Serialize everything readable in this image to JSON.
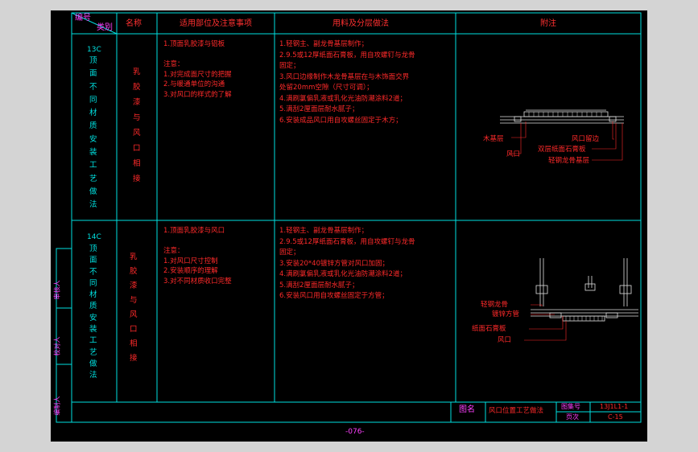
{
  "header": {
    "code": "编号",
    "category": "类别",
    "name": "名称",
    "scope": "适用部位及注意事项",
    "method": "用料及分层做法",
    "remarks": "附注"
  },
  "rows": [
    {
      "code": "13C",
      "category_chars": [
        "顶",
        "面",
        "不",
        "同",
        "材",
        "质",
        "安",
        "装",
        "工",
        "艺",
        "做",
        "法"
      ],
      "name_chars": [
        "乳",
        "胶",
        "漆",
        "与",
        "风",
        "口",
        "相",
        "接"
      ],
      "scope": [
        "1.顶面乳胶漆与铝板",
        "",
        "注意：",
        "1.对完成面尺寸的把握",
        "2.与暖通单位的沟通",
        "3.对风口的样式的了解"
      ],
      "method": [
        "1.轻钢主、副龙骨基层制作；",
        "2.9.5或12厚纸面石膏板，用自攻螺钉与龙骨",
        "固定；",
        "3.风口边缘制作木龙骨基层在与木饰面交界",
        "处留20mm空隙（尺寸可调）；",
        "4.满刷氯偏乳液或乳化光油防潮涂料2道；",
        "5.满刮2厘面层耐水腻子；",
        "6.安装成品风口用自攻螺丝固定于木方；"
      ],
      "labels": [
        "风口留边",
        "木基层",
        "双层纸面石膏板",
        "风口",
        "轻钢龙骨基层"
      ]
    },
    {
      "code": "14C",
      "category_chars": [
        "顶",
        "面",
        "不",
        "同",
        "材",
        "质",
        "安",
        "装",
        "工",
        "艺",
        "做",
        "法"
      ],
      "name_chars": [
        "乳",
        "胶",
        "漆",
        "与",
        "风",
        "口",
        "相",
        "接"
      ],
      "scope": [
        "1.顶面乳胶漆与风口",
        "",
        "注意：",
        "1.对风口尺寸控制",
        "2.安装顺序的理解",
        "3.对不同材质收口完整"
      ],
      "method": [
        "1.轻钢主、副龙骨基层制作；",
        "2.9.5或12厚纸面石膏板，用自攻螺钉与龙骨",
        "固定；",
        "3.安装20*40镀锌方管对风口加固；",
        "4.满刷氯偏乳液或乳化光油防潮涂料2道；",
        "5.满刮2厘面层耐水腻子；",
        "6.安装风口用自攻螺丝固定于方管；"
      ],
      "labels": [
        "轻钢龙骨",
        "镀锌方管",
        "纸面石膏板",
        "风口"
      ]
    }
  ],
  "side_labels": [
    "审核人",
    "校对人",
    "编制人"
  ],
  "title_block": {
    "label": "图名",
    "title": "风口位置工艺做法",
    "atlas_label": "图集号",
    "atlas_value": "13J1L1-1",
    "page_label": "页次",
    "page_value": "C-15"
  },
  "page_number": "-076-",
  "colors": {
    "frame": "#00e0e0",
    "text": "#ff2a2a",
    "accent": "#ff40ff",
    "drawing": "#e0e0e0",
    "background": "#000000"
  }
}
